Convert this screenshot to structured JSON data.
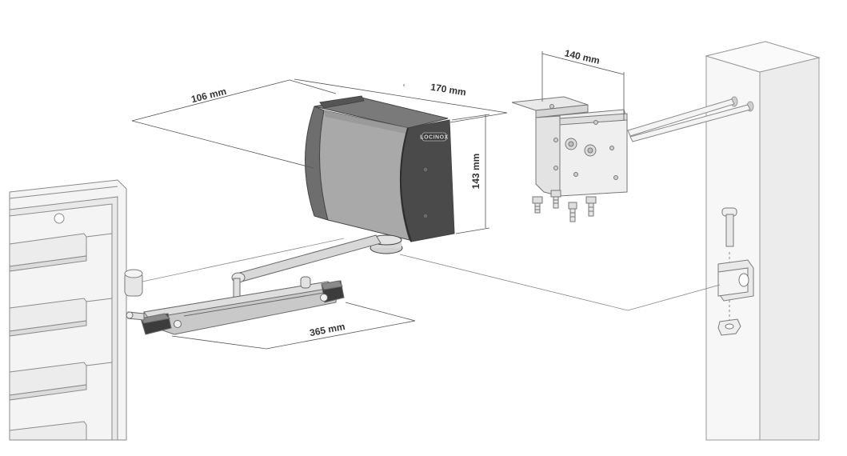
{
  "dimensions": {
    "depth": "106 mm",
    "width": "170 mm",
    "height": "143 mm",
    "bracket_width": "140 mm",
    "arm_length": "365 mm"
  },
  "brand": {
    "logo_text": "LOCINOX"
  },
  "colors": {
    "housing": "#a9a9a9",
    "housing_dark": "#5e5e5e",
    "cover": "#4a4a4a",
    "metal": "#d9d9d9",
    "line": "#777777",
    "gate": "#f2f2f2",
    "post": "#f0f0f0"
  },
  "icons": [
    "gate-operator",
    "mounting-bracket",
    "bolt",
    "pivot-bracket",
    "gate-post",
    "gate-leaf"
  ]
}
